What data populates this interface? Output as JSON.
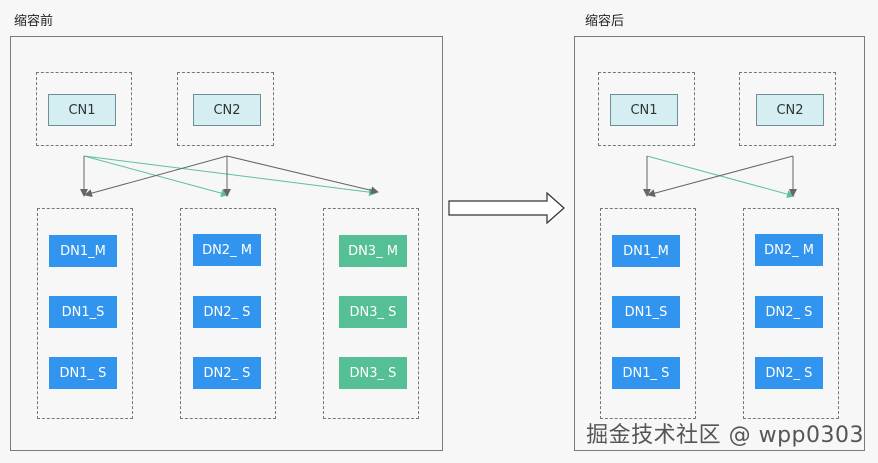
{
  "before": {
    "title": "缩容前",
    "cn": [
      "CN1",
      "CN2"
    ],
    "dn_groups": [
      [
        "DN1_M",
        "DN1_S",
        "DN1_ S"
      ],
      [
        "DN2_ M",
        "DN2_ S",
        "DN2_ S"
      ],
      [
        "DN3_ M",
        "DN3_ S",
        "DN3_ S"
      ]
    ]
  },
  "after": {
    "title": "缩容后",
    "cn": [
      "CN1",
      "CN2"
    ],
    "dn_groups": [
      [
        "DN1_M",
        "DN1_S",
        "DN1_ S"
      ],
      [
        "DN2_ M",
        "DN2_ S",
        "DN2_ S"
      ]
    ]
  },
  "watermark": "掘金技术社区 @ wpp0303",
  "colors": {
    "dn_blue": "#3194ee",
    "dn_green": "#55c095",
    "cn_fill": "#d5eef2",
    "link_gray": "#666666",
    "link_green": "#5fbf9f"
  }
}
